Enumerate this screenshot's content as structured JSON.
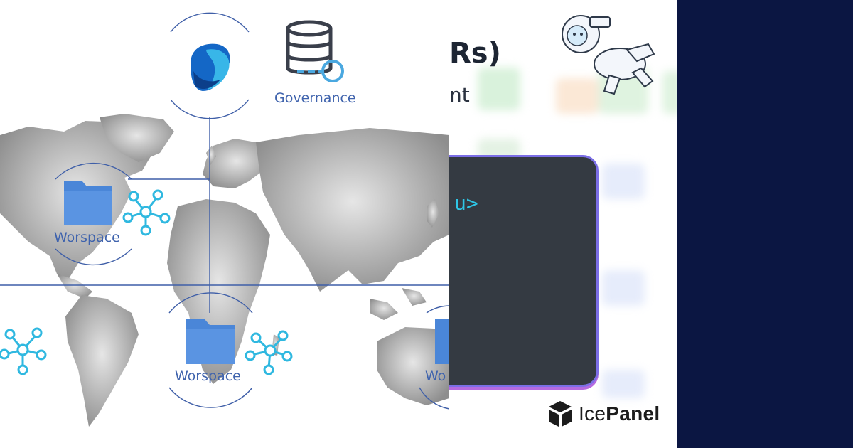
{
  "diagram": {
    "governance_label": "Governance",
    "workspaces": [
      {
        "label": "Worspace"
      },
      {
        "label": "Worspace"
      },
      {
        "label": "Wo"
      }
    ],
    "colors": {
      "line": "#3f5fa8",
      "folder": "#4a86d8",
      "network": "#2fb8e0",
      "map": "#a9a9a9"
    }
  },
  "middle": {
    "title_fragment": "Rs)",
    "subtitle_fragment": "nt",
    "terminal_text": "u>",
    "brand": {
      "part1": "Ice",
      "part2": "Panel"
    }
  },
  "colors": {
    "dark_panel": "#0b1642",
    "terminal_bg": "#343a42",
    "terminal_border": "#7b6ee6",
    "terminal_text": "#2ec6e6"
  },
  "icons": [
    "fabric-logo-icon",
    "database-key-icon",
    "folder-icon",
    "network-icon",
    "icepanel-logo-icon",
    "astronaut-bear-icon"
  ]
}
